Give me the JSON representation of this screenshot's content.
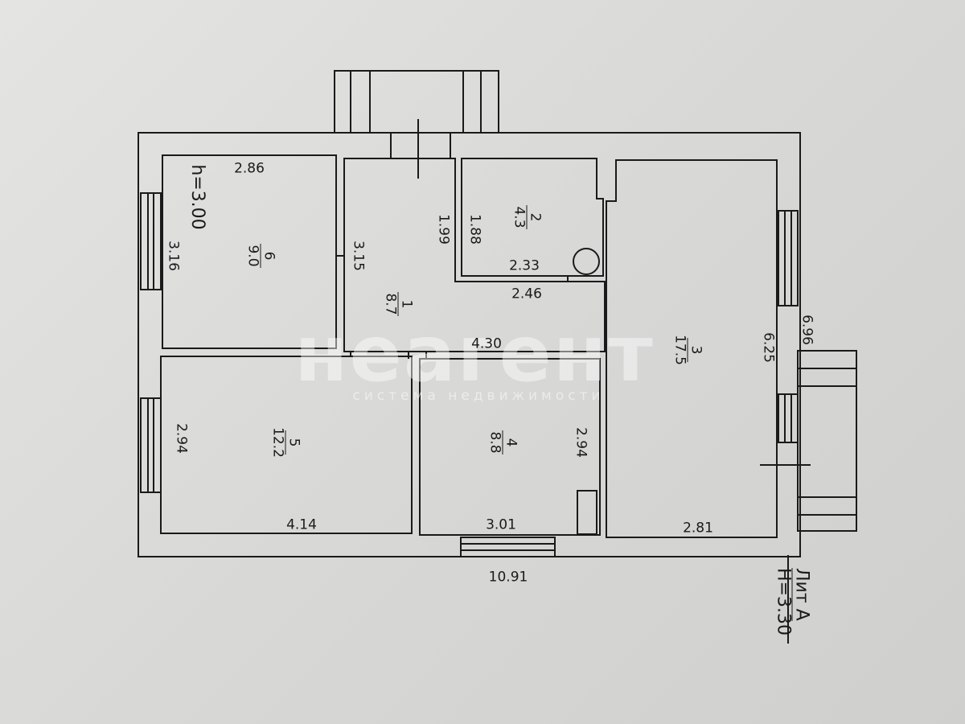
{
  "plan": {
    "ceiling_height_label": "h=3.00",
    "letter_label": "Лит А",
    "building_height_label": "H=3.30",
    "total_length": "10.91"
  },
  "rooms": [
    {
      "number": "1",
      "area": "8.7",
      "dims": [
        "3.15",
        "1.99",
        "2.46",
        "4.30"
      ]
    },
    {
      "number": "2",
      "area": "4.3",
      "dims": [
        "1.88",
        "2.33"
      ]
    },
    {
      "number": "3",
      "area": "17.5",
      "dims": [
        "6.25",
        "2.81"
      ]
    },
    {
      "number": "4",
      "area": "8.8",
      "dims": [
        "2.94",
        "3.01"
      ]
    },
    {
      "number": "5",
      "area": "12.2",
      "dims": [
        "2.94",
        "4.14"
      ]
    },
    {
      "number": "6",
      "area": "9.0",
      "dims": [
        "3.16",
        "2.86"
      ]
    }
  ],
  "outer_dims": {
    "right_side": "6.96"
  },
  "watermark": {
    "brand": "неагент",
    "tagline": "система недвижимости"
  },
  "colors": {
    "paper": "#dcdcda",
    "ink": "#1a1a1a"
  }
}
